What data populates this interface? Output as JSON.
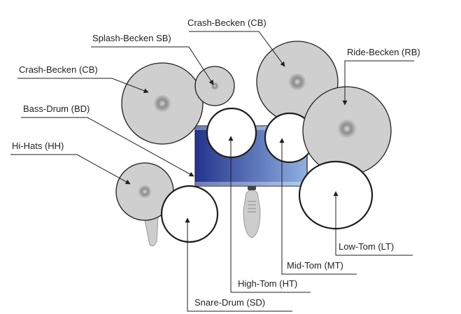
{
  "diagram": {
    "colors": {
      "cymbal_fill": "#cfcfcf",
      "cymbal_center": "#8c8c8c",
      "drum_fill": "#ffffff",
      "outline": "#1e1e1e",
      "bass_drum_dark": "#23348d",
      "bass_drum_light": "#8fb0e0",
      "pedal_fill": "#cdcdcd"
    },
    "labels": {
      "crash_top": "Crash-Becken (CB)",
      "splash": "Splash-Becken SB)",
      "ride": "Ride-Becken (RB)",
      "crash_left": "Crash-Becken (CB)",
      "bass_drum": "Bass-Drum (BD)",
      "hihats": "Hi-Hats (HH)",
      "low_tom": "Low-Tom (LT)",
      "mid_tom": "Mid-Tom (MT)",
      "high_tom": "High-Tom (HT)",
      "snare": "Snare-Drum (SD)"
    }
  }
}
